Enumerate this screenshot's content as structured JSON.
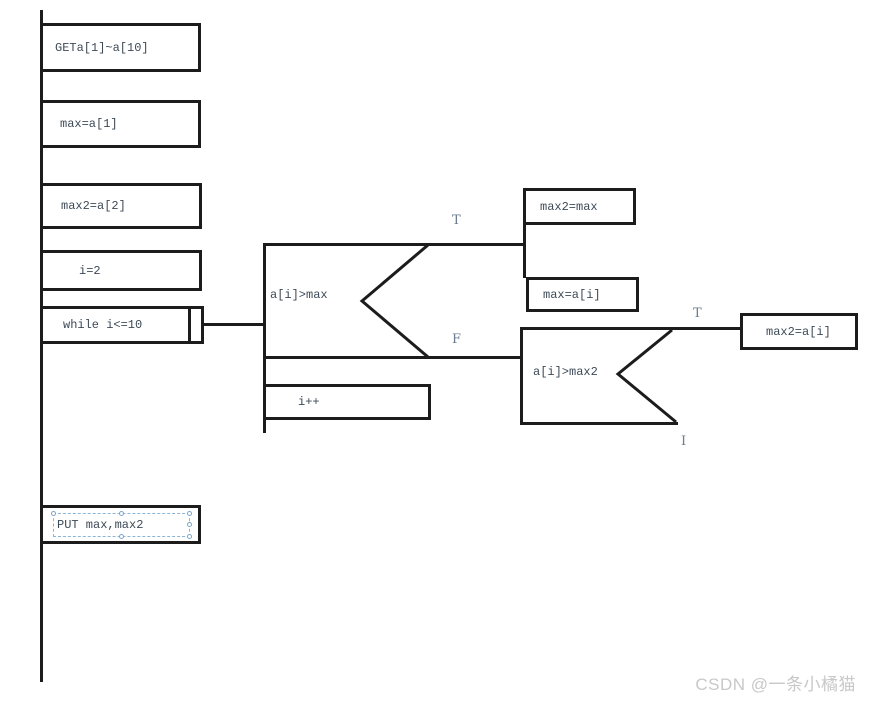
{
  "diagram": {
    "type": "ns-flowchart",
    "boxes": {
      "get_input": "GETa[1]~a[10]",
      "max_init": "max=a[1]",
      "max2_init": "max2=a[2]",
      "i_init": "i=2",
      "while_loop": "while i<=10",
      "decision1": "a[i]>max",
      "max2_eq_max": "max2=max",
      "max_eq_ai": "max=a[i]",
      "increment": "i++",
      "decision2": "a[i]>max2",
      "max2_eq_ai": "max2=a[i]",
      "put_output": "PUT max,max2"
    },
    "branch_labels": {
      "dec1_true": "T",
      "dec1_false": "F",
      "dec2_true": "T",
      "dec2_false": "I"
    }
  },
  "watermark": "CSDN @一条小橘猫",
  "colors": {
    "stroke": "#1c1c1c",
    "box_text": "#3d4a57",
    "branch_label": "#6b7c8e",
    "selection_blue": "#8ab5d9",
    "watermark_gray": "#c8c8c8",
    "background": "#ffffff"
  }
}
